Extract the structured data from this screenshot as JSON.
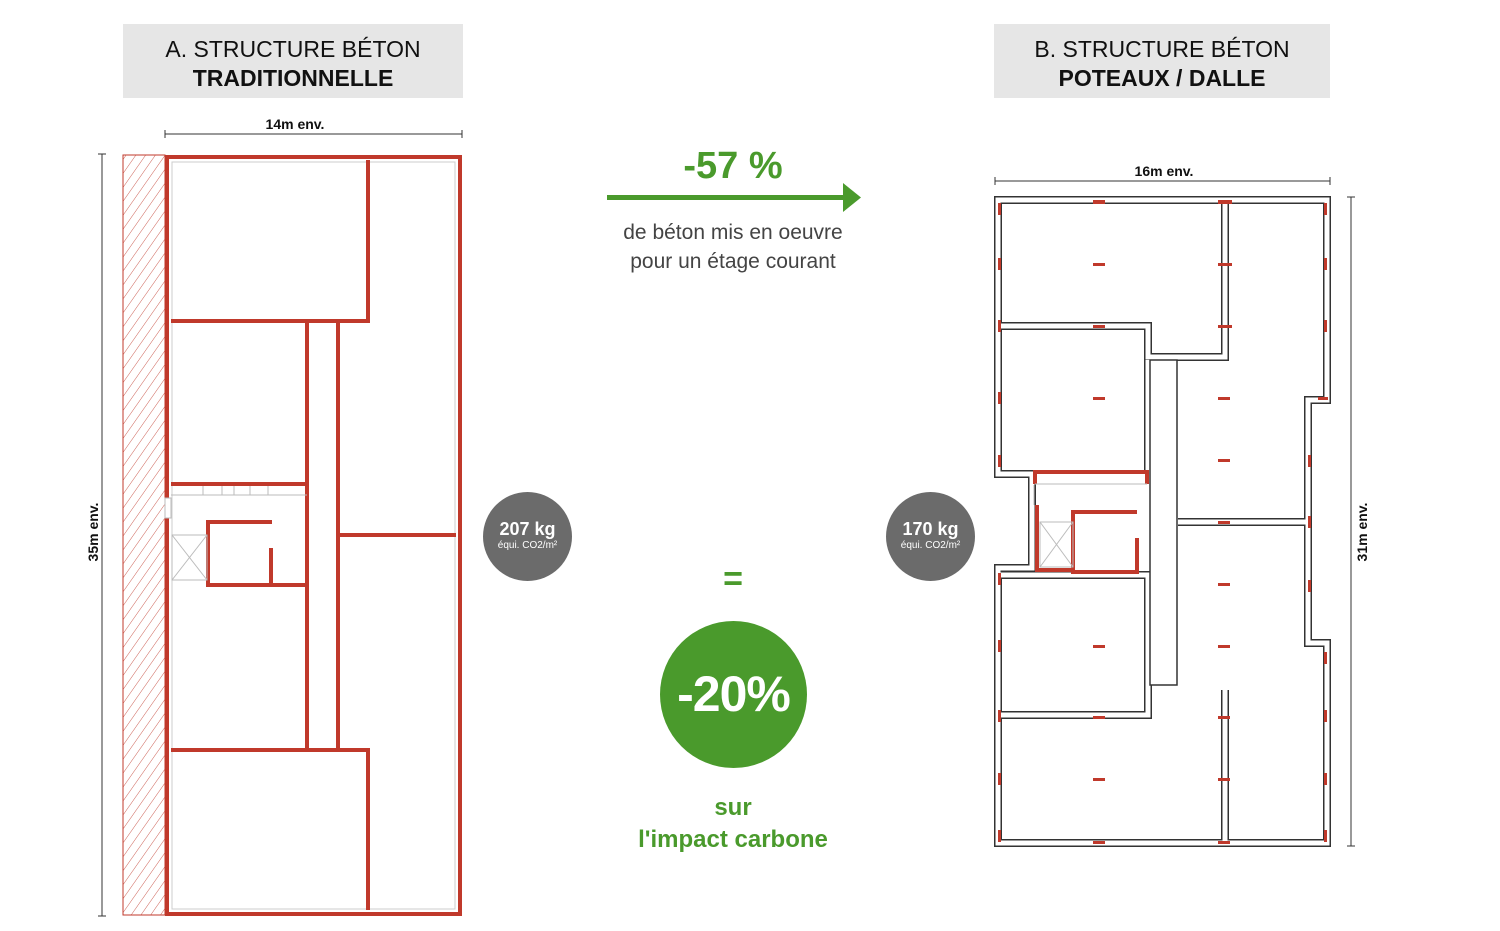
{
  "plan_a": {
    "title_line1": "A. STRUCTURE BÉTON",
    "title_line2": "TRADITIONNELLE",
    "width_label": "14m env.",
    "height_label": "35m env.",
    "carbon_value": "207 kg",
    "carbon_unit": "équi. CO2/m²"
  },
  "plan_b": {
    "title_line1": "B. STRUCTURE BÉTON",
    "title_line2": "POTEAUX / DALLE",
    "width_label": "16m env.",
    "height_label": "31m env.",
    "carbon_value": "170 kg",
    "carbon_unit": "équi. CO2/m²"
  },
  "comparison": {
    "concrete_reduction": "-57 %",
    "concrete_caption_line1": "de béton mis en oeuvre",
    "concrete_caption_line2": "pour un étage courant",
    "equals": "=",
    "carbon_reduction": "-20%",
    "carbon_caption_line1": "sur",
    "carbon_caption_line2": "l'impact carbone"
  },
  "colors": {
    "wall": "#c0392b",
    "accent": "#4a9a2c",
    "badge": "#6b6b6b",
    "title_bg": "#e6e6e6"
  }
}
